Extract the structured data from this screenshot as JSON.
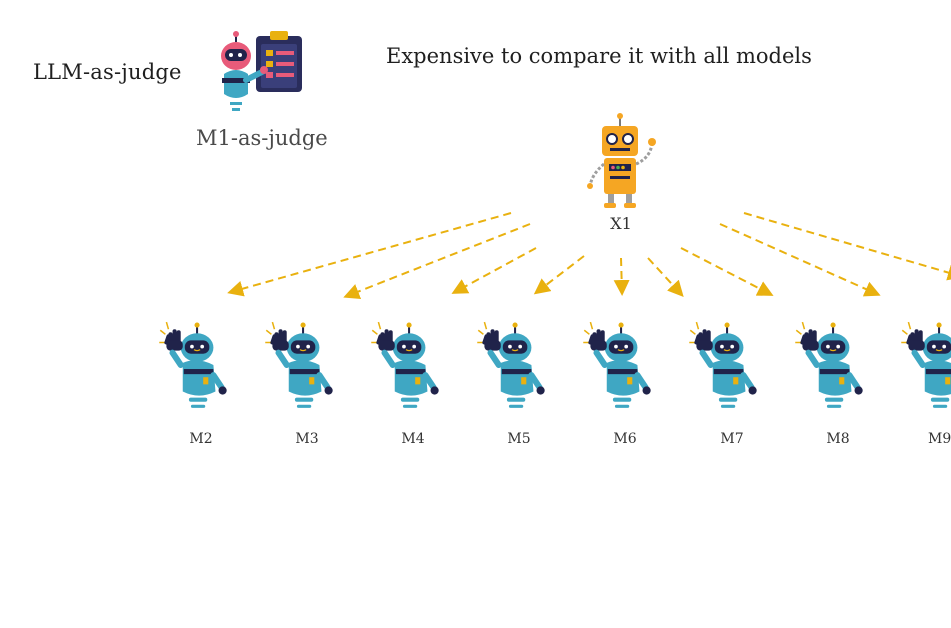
{
  "header": {
    "left_label": "LLM-as-judge",
    "judge_caption": "M1-as-judge",
    "title": "Expensive to compare it with all models"
  },
  "center": {
    "label": "X1",
    "robot_icon": "orange-robot-icon"
  },
  "judge_icon": "robot-clipboard-icon",
  "models": [
    {
      "label": "M2"
    },
    {
      "label": "M3"
    },
    {
      "label": "M4"
    },
    {
      "label": "M5"
    },
    {
      "label": "M6"
    },
    {
      "label": "M7"
    },
    {
      "label": "M8"
    },
    {
      "label": "M9"
    }
  ],
  "colors": {
    "arrow": "#e9b10f",
    "orange_robot": "#f5a623",
    "blue_robot": "#3fa7c3",
    "navy": "#20234a",
    "pink": "#e85b7a"
  }
}
